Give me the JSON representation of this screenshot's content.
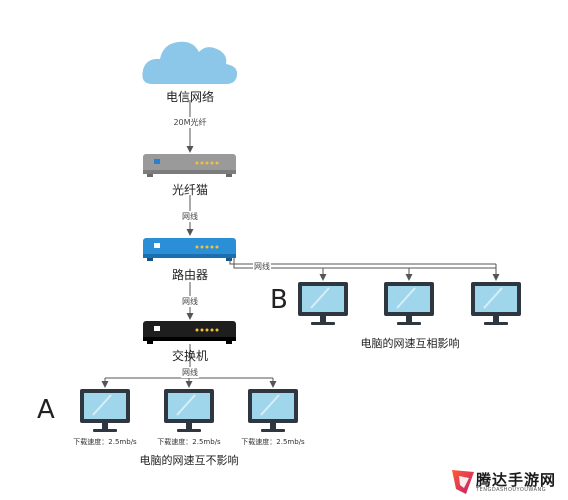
{
  "nodes": {
    "cloud": "电信网络",
    "modem": "光纤猫",
    "router": "路由器",
    "switch": "交换机"
  },
  "edges": {
    "cloud_modem": "20M光纤",
    "modem_router": "网线",
    "router_switch": "网线",
    "router_group_b": "网线",
    "switch_group_a": "网线"
  },
  "groups": {
    "a": {
      "letter": "A",
      "caption": "电脑的网速互不影响",
      "computers": [
        {
          "speed": "下载速度：2.5mb/s"
        },
        {
          "speed": "下载速度：2.5mb/s"
        },
        {
          "speed": "下载速度：2.5mb/s"
        }
      ]
    },
    "b": {
      "letter": "B",
      "caption": "电脑的网速互相影响",
      "computers": [
        {},
        {},
        {}
      ]
    }
  },
  "watermark": {
    "text": "腾达手游网",
    "sub": "TENGDASHOUYOUWANG"
  },
  "colors": {
    "cloud": "#8cc7ea",
    "modem": "#9a9a9a",
    "router": "#2a8fd6",
    "switch": "#1e1e1e",
    "screen": "#9fd6ec",
    "monitor_frame": "#2e3640",
    "line": "#555555"
  }
}
